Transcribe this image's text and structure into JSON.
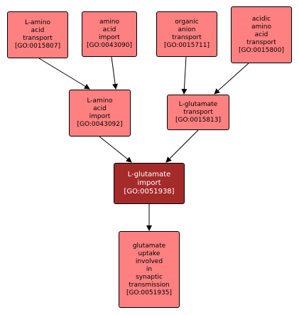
{
  "nodes": {
    "l_amino_acid_transport": "L-amino\nacid\ntransport\n[GO:0015807]",
    "amino_acid_import": "amino\nacid\nimport\n[GO:0043090]",
    "organic_anion_transport": "organic\nanion\ntransport\n[GO:0015711]",
    "acidic_amino_acid_transport": "acidic\namino\nacid\ntransport\n[GO:0015800]",
    "l_amino_acid_import": "L-amino\nacid\nimport\n[GO:0043092]",
    "l_glutamate_transport": "L-glutamate\ntransport\n[GO:0015813]",
    "l_glutamate_import": "L-glutamate\nimport\n[GO:0051938]",
    "glutamate_uptake_synaptic": "glutamate\nuptake\ninvolved\nin\nsynaptic\ntransmission\n[GO:0051935]"
  },
  "colors": {
    "node_fill": "#ff8080",
    "focus_fill": "#a52a2a",
    "focus_text": "#ffffff",
    "edge": "#000000"
  }
}
